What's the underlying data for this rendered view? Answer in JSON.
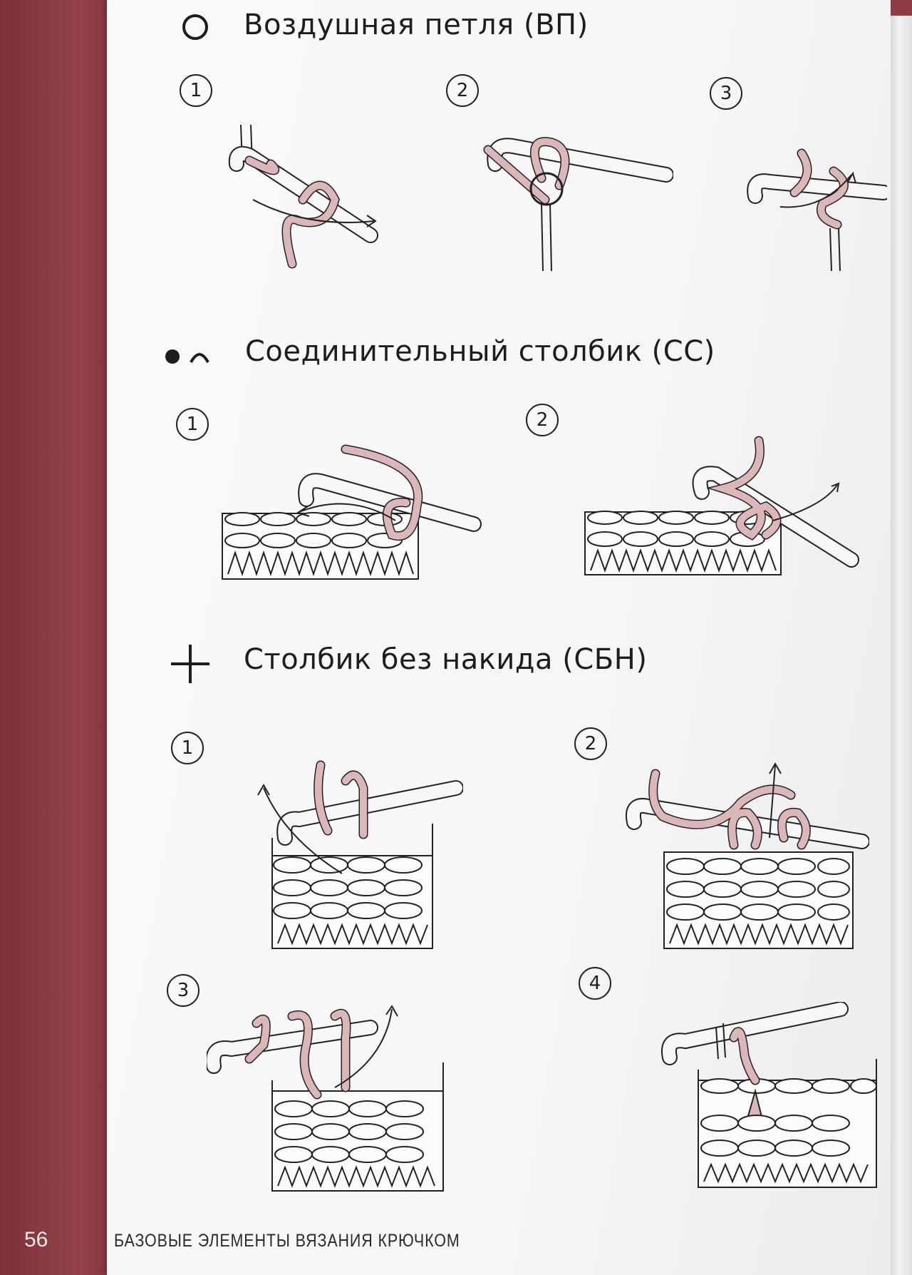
{
  "sections": [
    {
      "symbol": "circle",
      "title": "Воздушная петля (ВП)",
      "steps": [
        "1",
        "2",
        "3"
      ]
    },
    {
      "symbol": "dot-arc",
      "title": "Соединительный столбик (СС)",
      "steps": [
        "1",
        "2"
      ]
    },
    {
      "symbol": "plus",
      "title": "Столбик без накида (СБН)",
      "steps": [
        "1",
        "2",
        "3",
        "4"
      ]
    }
  ],
  "footer": {
    "page_number": "56",
    "running_title": "БАЗОВЫЕ ЭЛЕМЕНТЫ ВЯЗАНИЯ КРЮЧКОМ"
  },
  "colors": {
    "spine": "#8e3b43",
    "yarn": "#dcb7b7",
    "ink": "#1d1d1d"
  }
}
